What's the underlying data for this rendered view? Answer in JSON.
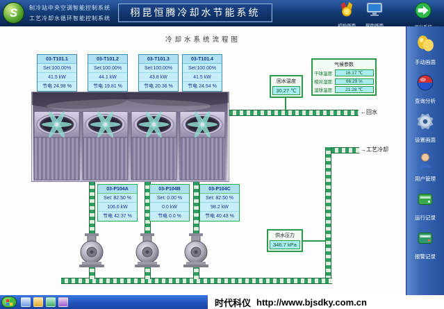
{
  "header": {
    "logo_letter": "S",
    "system_line1": "制冷站中央空调智能控制系统",
    "system_line2": "工艺冷却水循环智能控制系统",
    "title": "栩昆恒腾冷却水节能系统",
    "buttons": [
      {
        "label": "初始画面"
      },
      {
        "label": "帮助画面"
      },
      {
        "label": "退出系统"
      }
    ]
  },
  "sidebar": {
    "items": [
      {
        "label": "手动画面"
      },
      {
        "label": "查询分析"
      },
      {
        "label": "设置画面"
      },
      {
        "label": "用户管理"
      },
      {
        "label": "运行记录"
      },
      {
        "label": "报警记录"
      }
    ]
  },
  "main": {
    "flow_title": "冷却水系统流程图",
    "towers": [
      {
        "id": "03-T101.1",
        "set": "Set:100.00%",
        "power": "41.5 kW",
        "saving": "节电 24.98 %"
      },
      {
        "id": "03-T101.2",
        "set": "Set:100.00%",
        "power": "44.1 kW",
        "saving": "节电 19.81 %"
      },
      {
        "id": "03-T101.3",
        "set": "Set:100.00%",
        "power": "43.8 kW",
        "saving": "节电 20.36 %"
      },
      {
        "id": "03-T101.4",
        "set": "Set:100.00%",
        "power": "41.5 kW",
        "saving": "节电 24.54 %"
      }
    ],
    "pumps": [
      {
        "id": "03-P104A",
        "set": "Set: 82.50 %",
        "power": "106.6 kW",
        "saving": "节电 42.37 %"
      },
      {
        "id": "03-P104B",
        "set": "Set:  0.00 %",
        "power": "0.0 kW",
        "saving": "节电  0.0 %"
      },
      {
        "id": "03-P104C",
        "set": "Set: 82.50 %",
        "power": "98.2 kW",
        "saving": "节电 40.43 %"
      }
    ],
    "climate": {
      "title": "气候参数",
      "rows": [
        {
          "label": "干球温度:",
          "value": "16.17 ℃"
        },
        {
          "label": "相对湿度:",
          "value": "66.29 %"
        },
        {
          "label": "湿球温度:",
          "value": "21.28 ℃"
        }
      ]
    },
    "return_temp": {
      "label": "回水温度",
      "value": "30.27 ℃"
    },
    "supply_pressure": {
      "label": "供水压力",
      "value": "346.7 kPa"
    },
    "pipe_labels": {
      "return": "←回水",
      "process": "→工艺冷却"
    }
  },
  "taskbar": {
    "company": "时代科仪",
    "url": "http://www.bjsdky.com.cn"
  }
}
